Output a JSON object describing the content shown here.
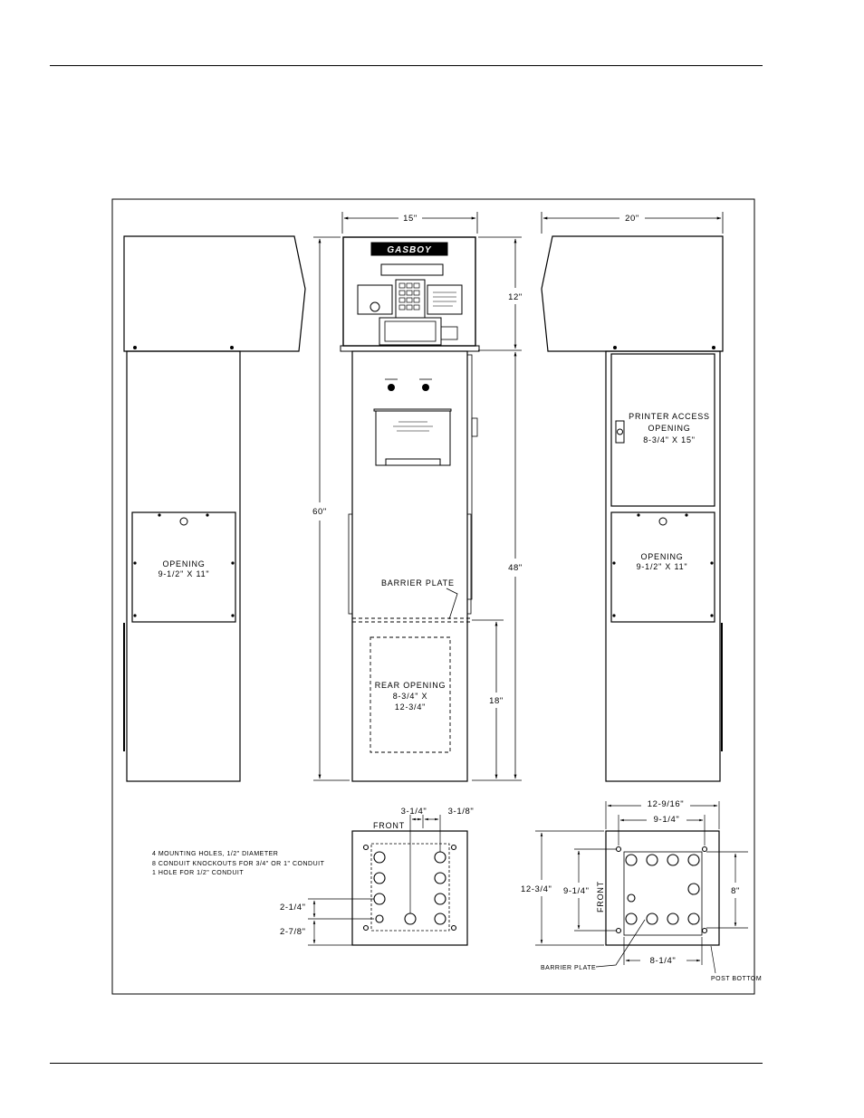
{
  "brand": "GASBOY",
  "dimensions": {
    "width_15": "15\"",
    "width_20": "20\"",
    "height_12": "12\"",
    "height_60": "60\"",
    "height_48": "48\"",
    "height_18": "18\"",
    "left_3_1_4": "3-1/4\"",
    "left_3_1_8": "3-1/8\"",
    "left_2_1_4": "2-1/4\"",
    "left_2_7_8": "2-7/8\"",
    "right_12_9_16": "12-9/16\"",
    "right_9_1_4_top": "9-1/4\"",
    "right_12_3_4": "12-3/4\"",
    "right_9_1_4_side": "9-1/4\"",
    "right_8": "8\"",
    "right_8_1_4": "8-1/4\""
  },
  "labels": {
    "printer_access": [
      "PRINTER ACCESS",
      "OPENING",
      "8-3/4\" X 15\""
    ],
    "opening_left": [
      "OPENING",
      "9-1/2\" X 11\""
    ],
    "opening_right": [
      "OPENING",
      "9-1/2\" X 11\""
    ],
    "barrier_plate": "BARRIER PLATE",
    "rear_opening": [
      "REAR OPENING",
      "8-3/4\" X",
      "12-3/4\""
    ],
    "front_left": "FRONT",
    "front_right": "FRONT",
    "notes": [
      "4 MOUNTING HOLES, 1/2\" DIAMETER",
      "8 CONDUIT KNOCKOUTS FOR 3/4\" OR 1\" CONDUIT",
      "1 HOLE FOR 1/2\" CONDUIT"
    ],
    "barrier_plate_small": "BARRIER PLATE",
    "post_bottom": "POST BOTTOM"
  }
}
